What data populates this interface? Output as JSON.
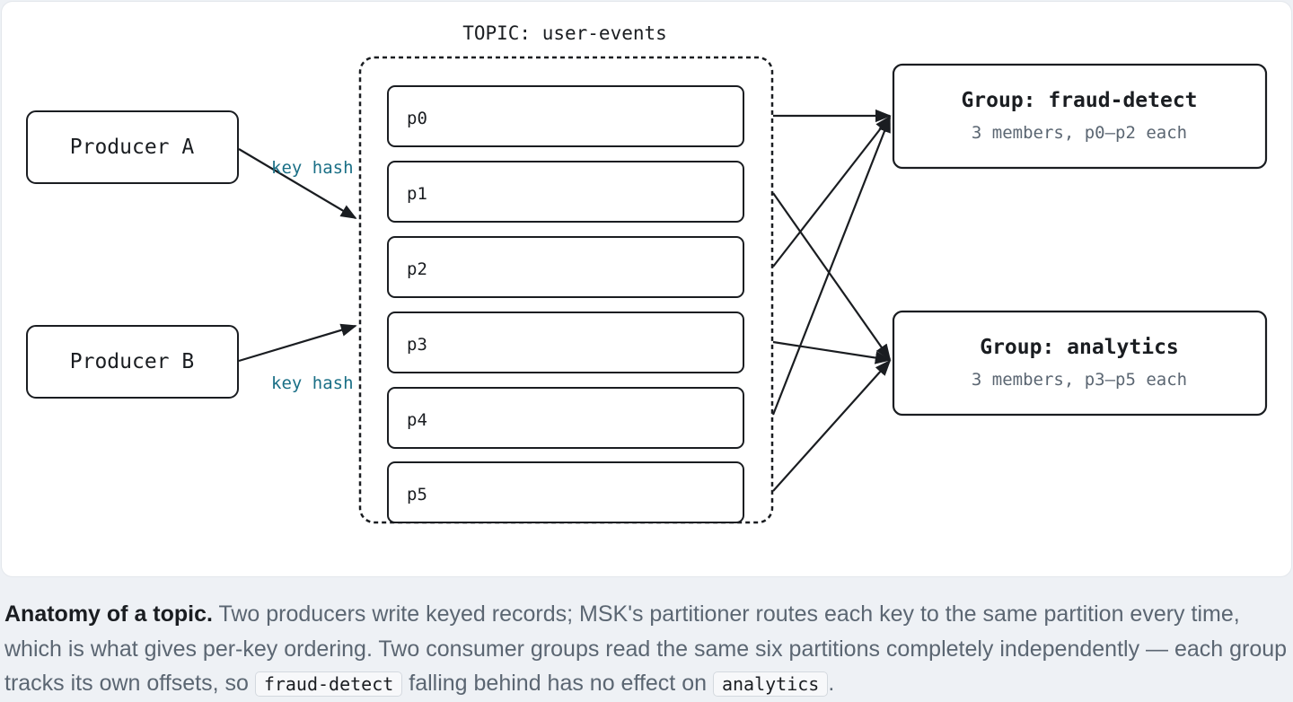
{
  "diagram": {
    "topic_label": "TOPIC: user-events",
    "producers": [
      {
        "label": "Producer A"
      },
      {
        "label": "Producer B"
      }
    ],
    "edge_label": "key hash",
    "partitions": [
      "p0",
      "p1",
      "p2",
      "p3",
      "p4",
      "p5"
    ],
    "groups": [
      {
        "title": "Group: fraud-detect",
        "subtitle": "3 members, p0–p2 each"
      },
      {
        "title": "Group: analytics",
        "subtitle": "3 members, p3–p5 each"
      }
    ]
  },
  "caption": {
    "lead": "Anatomy of a topic.",
    "text1": " Two producers write keyed records; MSK's partitioner routes each key to the same partition every time, which is what gives per-key ordering. Two consumer groups read the same six partitions completely independently — each group tracks its own offsets, so ",
    "code1": "fraud-detect",
    "text2": " falling behind has no effect on ",
    "code2": "analytics",
    "text3": "."
  },
  "colors": {
    "stroke": "#1a1d21",
    "edge_label": "#1a6f86",
    "muted": "#5b6672"
  }
}
